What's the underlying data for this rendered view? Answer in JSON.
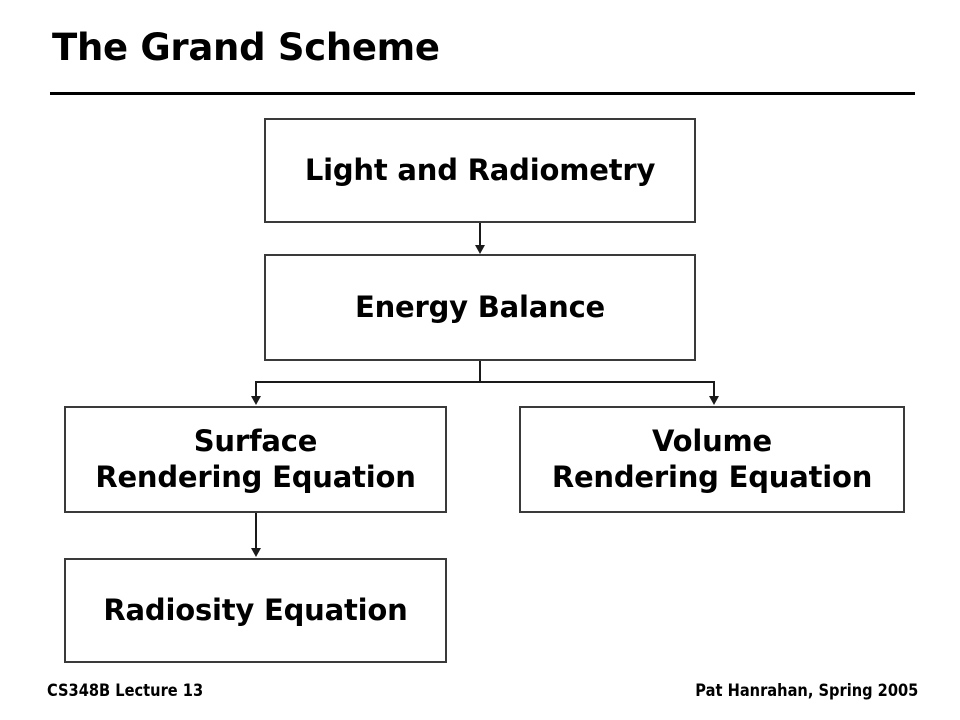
{
  "slide": {
    "title": "The Grand Scheme",
    "background_color": "#ffffff",
    "text_color": "#000000",
    "rule_color": "#000000",
    "box_border_color": "#3a3a3a",
    "connector_color": "#1a1a1a"
  },
  "diagram": {
    "nodes": [
      {
        "id": "light",
        "label": "Light and Radiometry"
      },
      {
        "id": "energy",
        "label": "Energy Balance"
      },
      {
        "id": "surface",
        "label": "Surface\nRendering Equation"
      },
      {
        "id": "volume",
        "label": "Volume\nRendering Equation"
      },
      {
        "id": "radiosity",
        "label": "Radiosity Equation"
      }
    ],
    "edges": [
      {
        "from": "light",
        "to": "energy",
        "style": "arrow-down"
      },
      {
        "from": "energy",
        "to": "surface",
        "style": "arrow-split-left"
      },
      {
        "from": "energy",
        "to": "volume",
        "style": "arrow-split-right"
      },
      {
        "from": "surface",
        "to": "radiosity",
        "style": "arrow-down"
      }
    ]
  },
  "footer": {
    "left": "CS348B Lecture 13",
    "right": "Pat Hanrahan, Spring 2005"
  }
}
